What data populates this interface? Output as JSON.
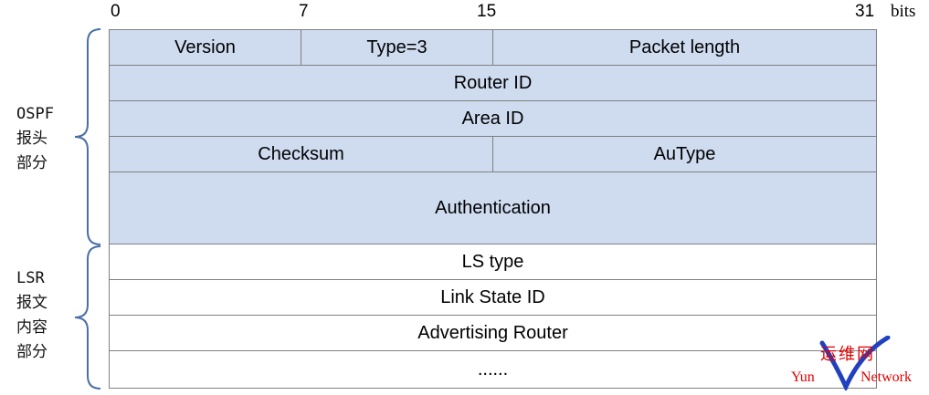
{
  "bit_labels": {
    "b0": "0",
    "b7": "7",
    "b15": "15",
    "b31": "31",
    "unit": "bits"
  },
  "groups": {
    "ospf_header": [
      "OSPF",
      "报头",
      "部分"
    ],
    "lsr_body": [
      "LSR",
      "报文",
      "内容",
      "部分"
    ]
  },
  "rows": {
    "version": "Version",
    "type": "Type=3",
    "packet_length": "Packet length",
    "router_id": "Router ID",
    "area_id": "Area ID",
    "checksum": "Checksum",
    "autype": "AuType",
    "authentication": "Authentication",
    "ls_type": "LS type",
    "link_state_id": "Link State ID",
    "advertising_router": "Advertising Router",
    "more": "......"
  },
  "watermark": {
    "cn": "运维网",
    "en_left": "Yun",
    "en_right": "Network"
  },
  "colors": {
    "header_fill": "#cfdcf0",
    "body_fill": "#ffffff",
    "border": "#808080",
    "brace": "#4a6fa5",
    "watermark": "#e00000",
    "watermark_v": "#2040c0"
  }
}
